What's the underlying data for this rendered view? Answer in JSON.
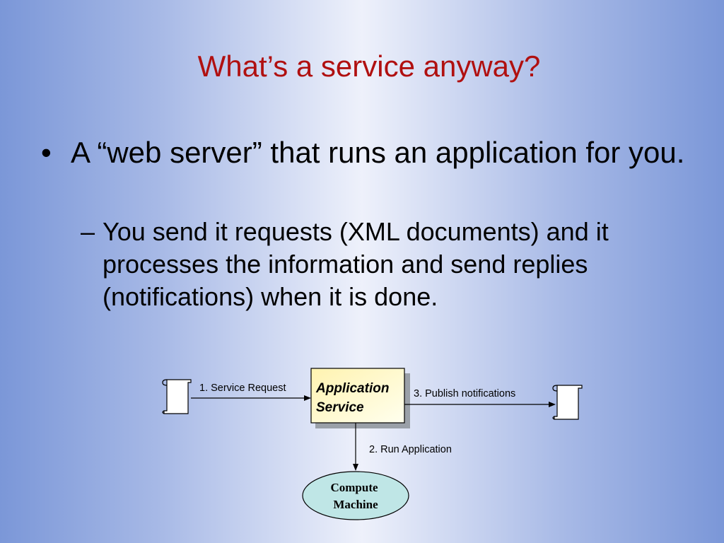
{
  "slide": {
    "title": "What’s a service anyway?",
    "bullets": [
      {
        "marker": "•",
        "text": "A “web server” that runs an application for you.",
        "sub": [
          {
            "marker": "–",
            "text": "You send it requests (XML documents) and it processes the information and send replies (notifications) when it is done."
          }
        ]
      }
    ]
  },
  "diagram": {
    "nodes": {
      "app_service": {
        "line1": "Application",
        "line2": "Service"
      },
      "compute": {
        "line1": "Compute",
        "line2": "Machine"
      }
    },
    "edges": {
      "request": "1. Service Request",
      "run": "2. Run Application",
      "publish": "3.  Publish notifications"
    }
  }
}
